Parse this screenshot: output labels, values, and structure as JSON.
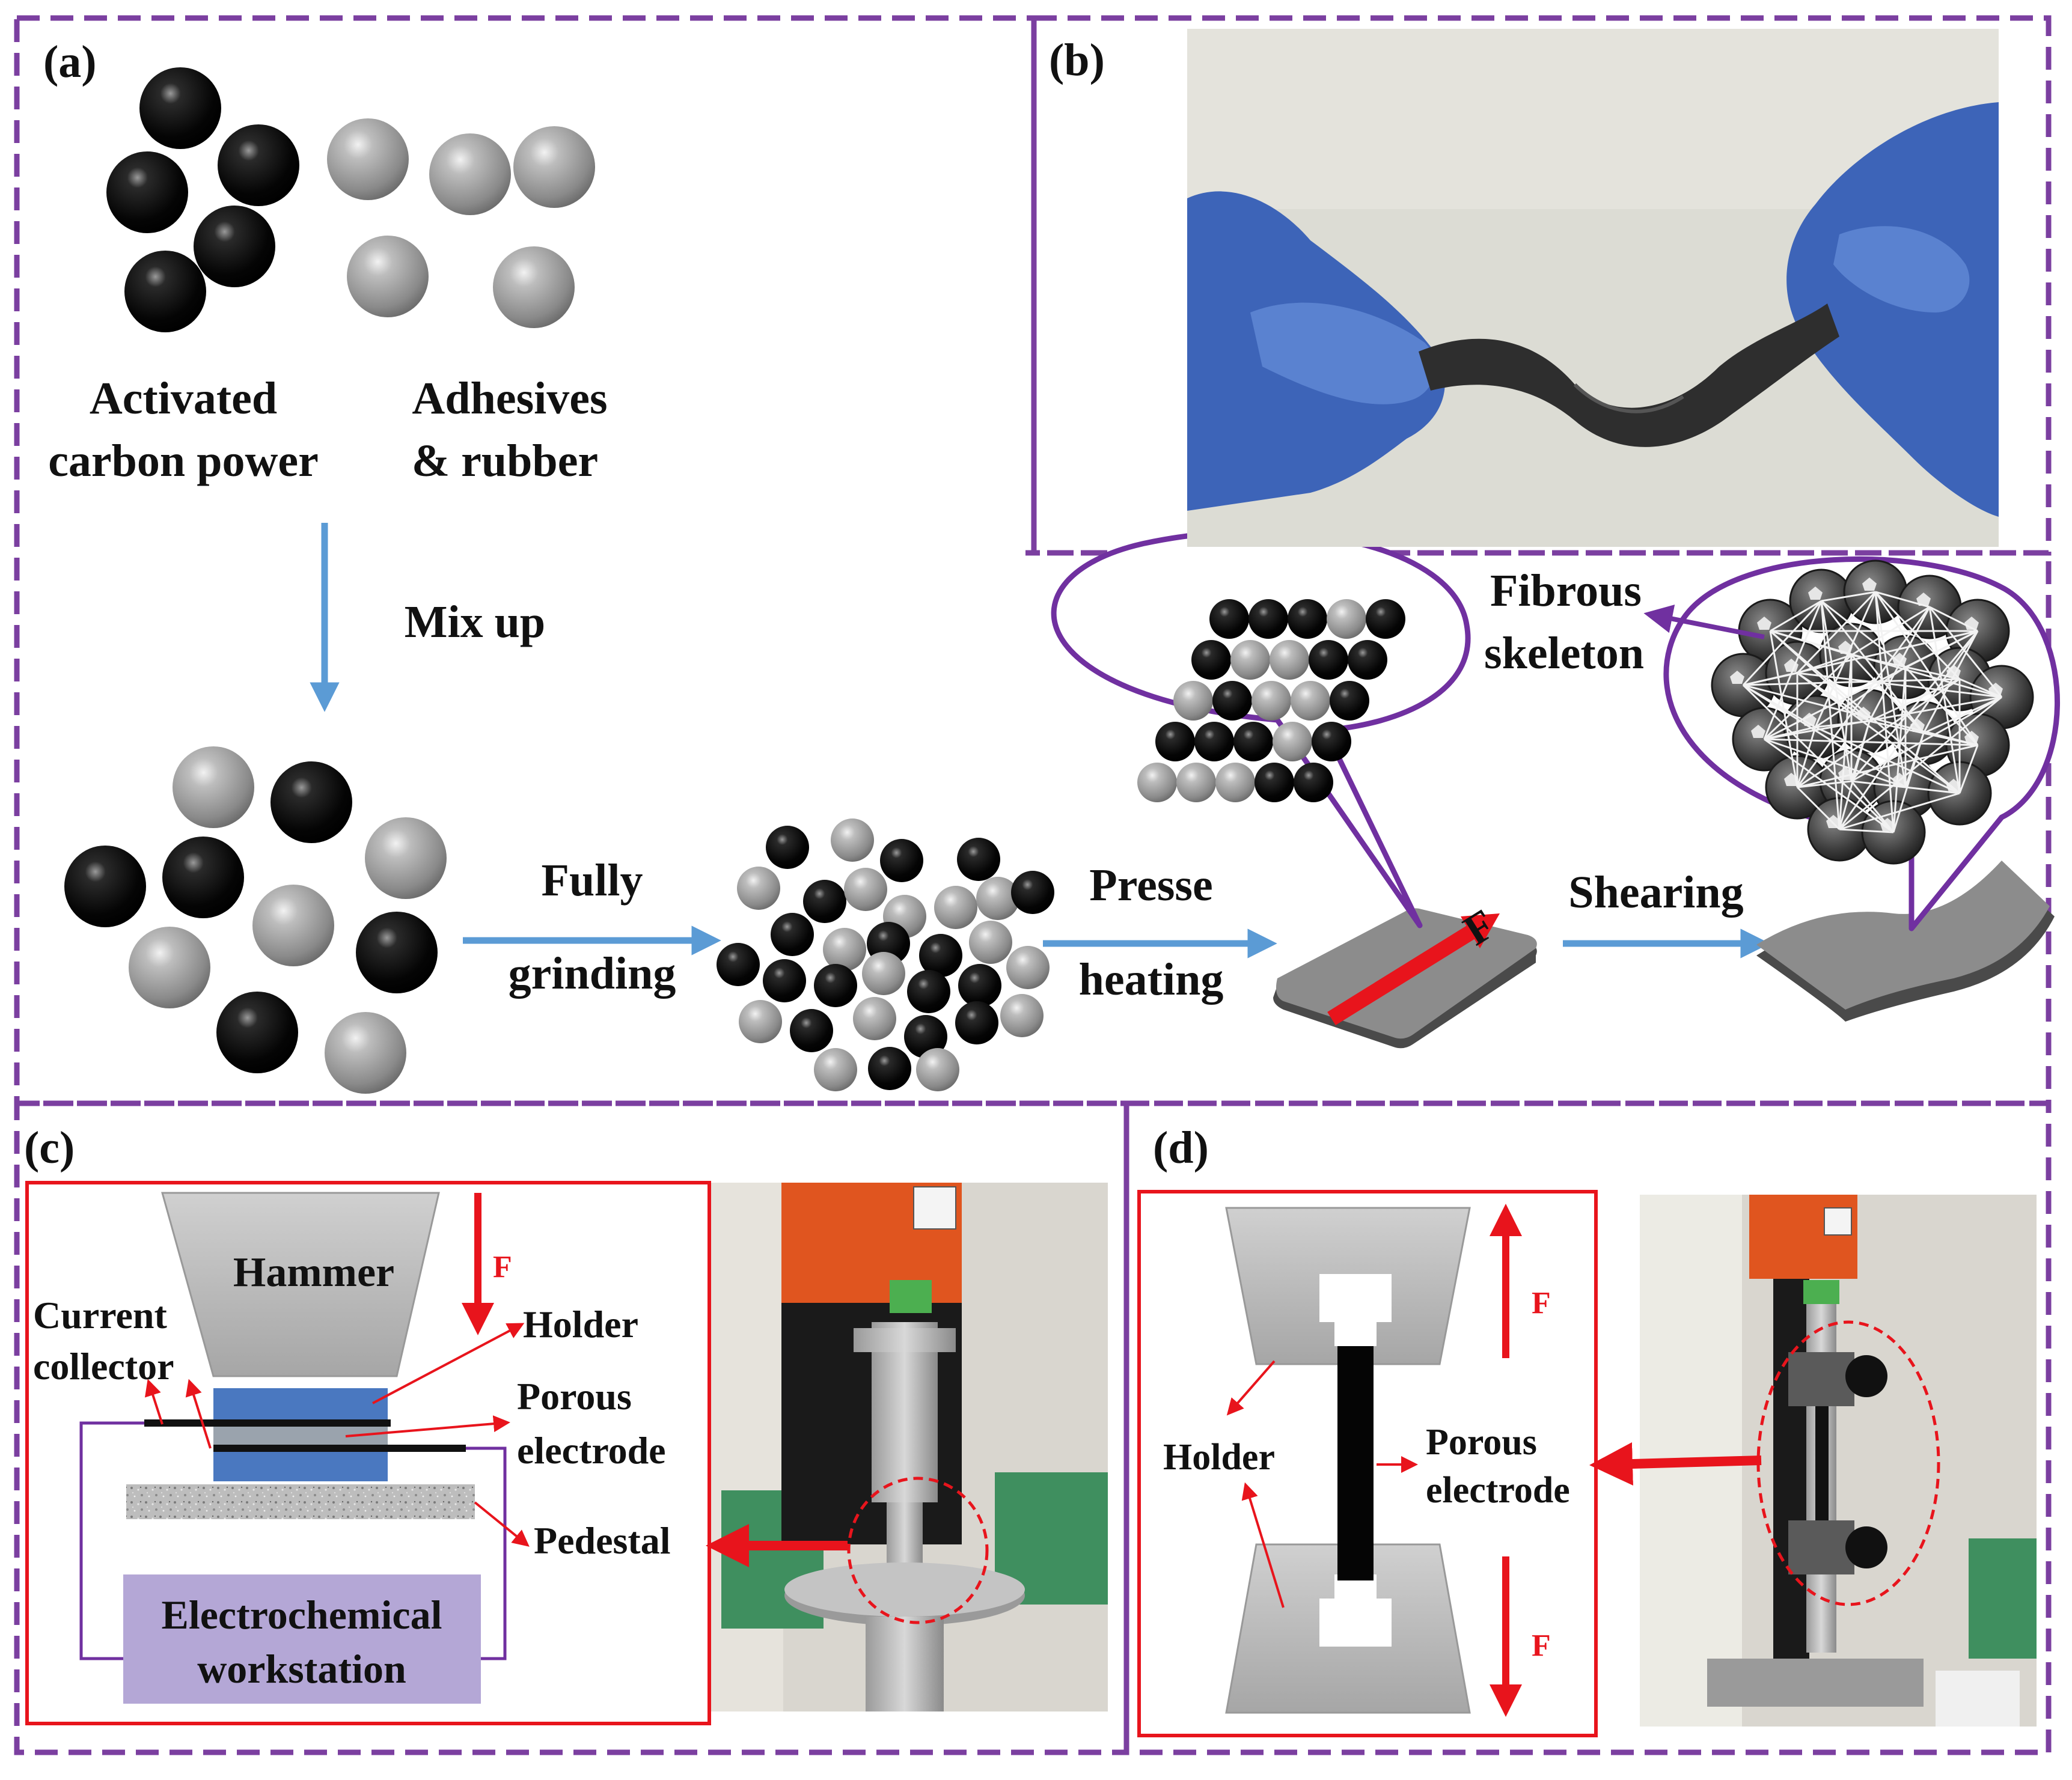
{
  "panels": {
    "a": "(a)",
    "b": "(b)",
    "c": "(c)",
    "d": "(d)"
  },
  "panel_a": {
    "activated_line1": "Activated",
    "activated_line2": "carbon power",
    "adhesives_line1": "Adhesives",
    "adhesives_line2": "& rubber",
    "mix_up": "Mix up",
    "fully": "Fully",
    "grinding": "grinding",
    "presse": "Presse",
    "heating": "heating",
    "shearing": "Shearing",
    "force": "F",
    "fibrous": "Fibrous",
    "skeleton": "skeleton"
  },
  "panel_c": {
    "hammer": "Hammer",
    "force": "F",
    "current": "Current",
    "collector": "collector",
    "holder": "Holder",
    "porous": "Porous",
    "electrode": "electrode",
    "pedestal": "Pedestal",
    "workstation_line1": "Electrochemical",
    "workstation_line2": "workstation"
  },
  "panel_d": {
    "force_top": "F",
    "force_bottom": "F",
    "holder": "Holder",
    "porous": "Porous",
    "electrode": "electrode"
  },
  "colors": {
    "frame_purple": "#7b3fa0",
    "arrow_blue": "#5b9bd5",
    "arrow_red": "#e8141c",
    "callout_purple": "#7030a0",
    "electrode_blue": "#4a78c0",
    "workstation_fill": "#b4a7d6"
  }
}
